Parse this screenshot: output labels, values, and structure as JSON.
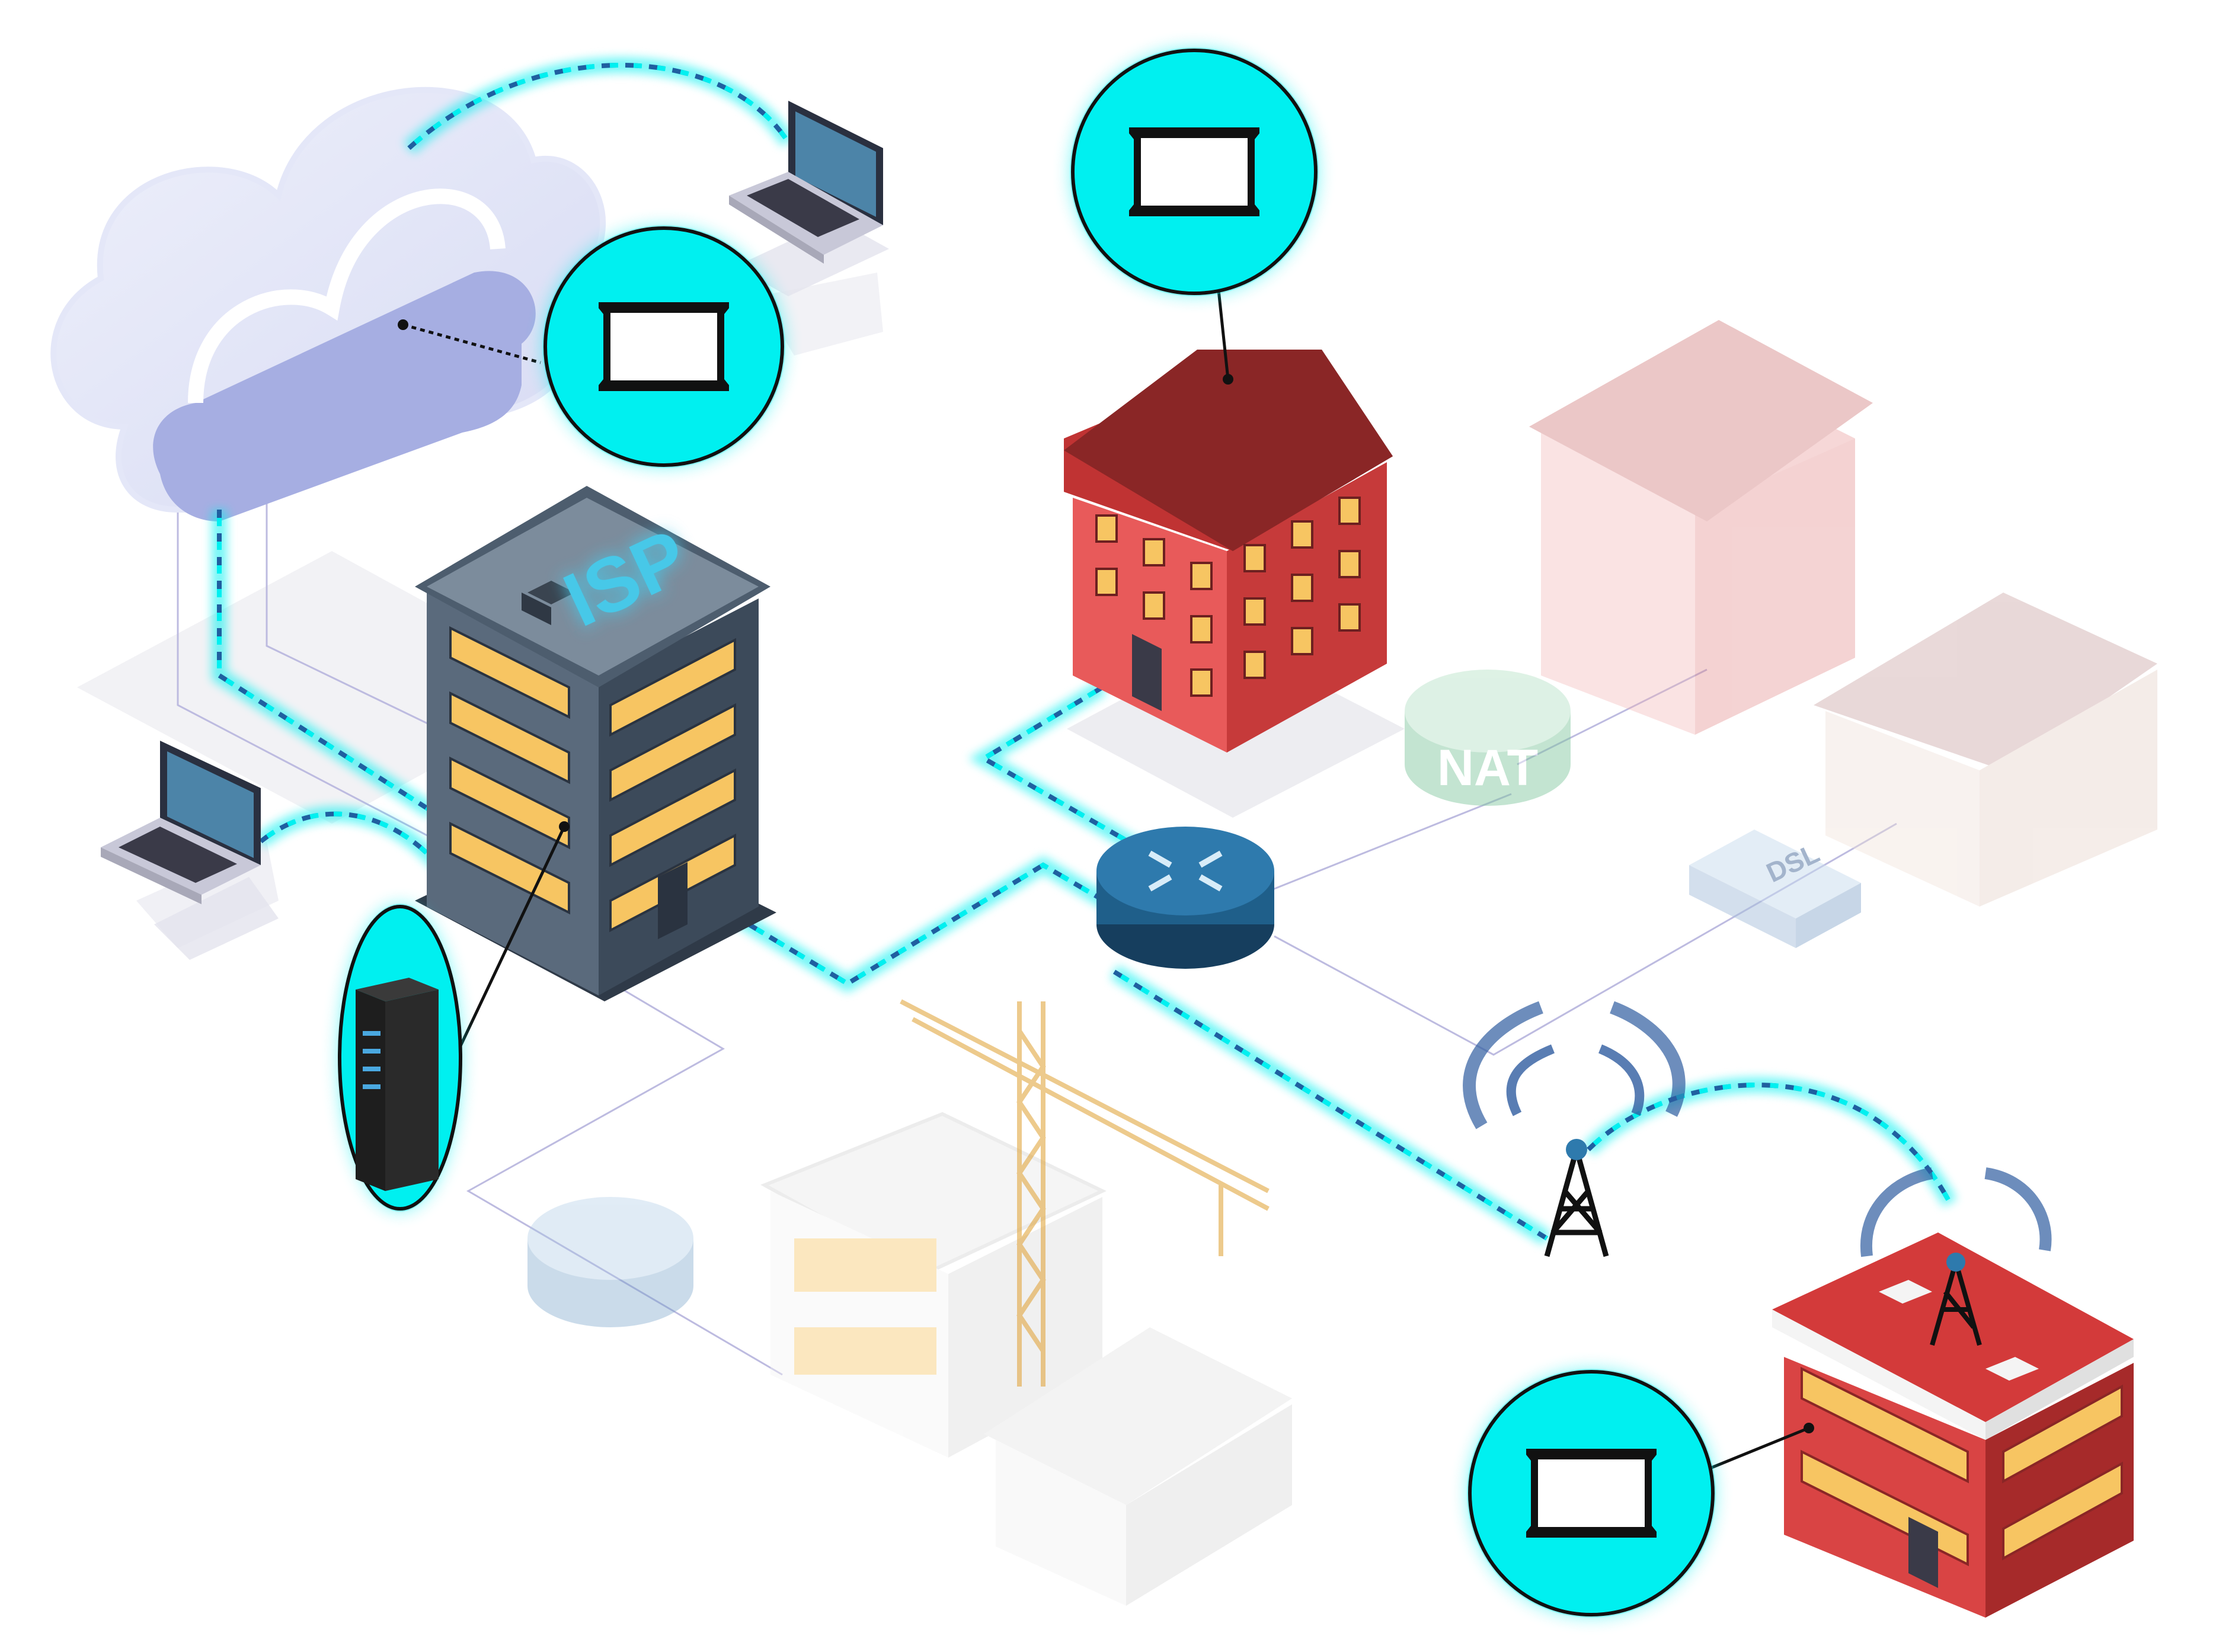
{
  "labels": {
    "isp_sign": "ISP",
    "nat_label": "NAT",
    "dsl_label": "DSL"
  },
  "icons": {
    "cloud": "cloud-icon",
    "laptop": "laptop-icon",
    "router": "router-icon",
    "nat_router": "nat-router-icon",
    "dsl_modem": "dsl-modem-icon",
    "cell_tower": "cell-tower-icon",
    "server_rack": "server-rack-icon",
    "test_device": "test-device-icon",
    "crane": "construction-crane-icon"
  },
  "colors": {
    "accent_cyan": "#00f0f0",
    "link_dash": "#1f5fa0",
    "cloud_fill": "#a6aee2",
    "isp_building": "#4d5d6e",
    "red_building": "#d94444",
    "roof_dark": "#6d2020",
    "router_blue": "#1f5f8a",
    "window_yellow": "#f7c562",
    "thin_line": "#b8b8d8"
  }
}
